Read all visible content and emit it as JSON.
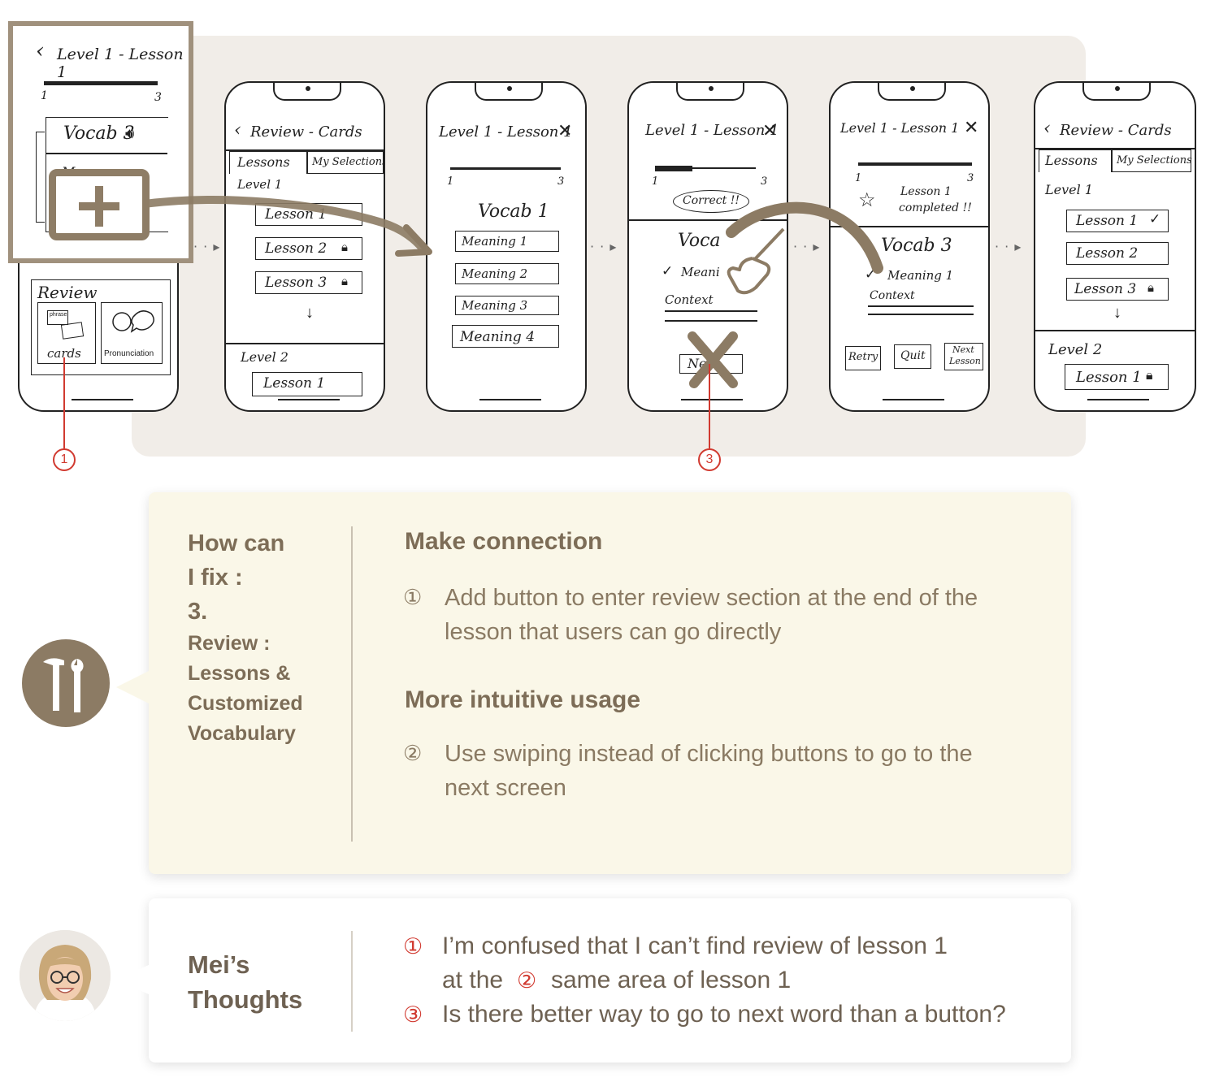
{
  "screens": {
    "s1": {
      "title": "Level 1 - Lesson 1",
      "progress_start": "1",
      "progress_end": "3",
      "card_title": "Vocab 3",
      "card_sub": "M...",
      "review_title": "Review",
      "review_cards": "cards",
      "review_pron": "Pronunciation",
      "note": "phrase"
    },
    "s2": {
      "title": "Review - Cards",
      "tab_lessons": "Lessons",
      "tab_selections": "My Selections",
      "level1": "Level 1",
      "lesson1": "Lesson 1",
      "lesson2": "Lesson 2",
      "lesson3": "Lesson 3",
      "level2": "Level 2",
      "level2_lesson1": "Lesson 1"
    },
    "s3": {
      "title": "Level 1 - Lesson 1",
      "progress_start": "1",
      "progress_end": "3",
      "vocab": "Vocab 1",
      "m1": "Meaning 1",
      "m2": "Meaning 2",
      "m3": "Meaning 3",
      "m4": "Meaning 4"
    },
    "s4": {
      "title": "Level 1 - Lesson 1",
      "progress_start": "1",
      "progress_end": "3",
      "correct": "Correct !!",
      "vocab": "Voca",
      "meaning": "Meani",
      "context": "Context",
      "next": "Next"
    },
    "s5": {
      "title": "Level 1 - Lesson 1",
      "progress_start": "1",
      "progress_end": "3",
      "completed_1": "Lesson 1",
      "completed_2": "completed !!",
      "vocab": "Vocab 3",
      "meaning": "Meaning 1",
      "context": "Context",
      "retry": "Retry",
      "quit": "Quit",
      "next_1": "Next",
      "next_2": "Lesson"
    },
    "s6": {
      "title": "Review - Cards",
      "tab_lessons": "Lessons",
      "tab_selections": "My Selections",
      "level1": "Level 1",
      "lesson1": "Lesson 1",
      "lesson2": "Lesson 2",
      "lesson3": "Lesson 3",
      "level2": "Level 2",
      "level2_lesson1": "Lesson 1"
    }
  },
  "flow_arrow": "· · ▸",
  "callouts": {
    "c1": "1",
    "c3": "3"
  },
  "fix": {
    "heading_1": "How can",
    "heading_2": "I fix :",
    "heading_3": "3.",
    "heading_4": "Review :",
    "heading_5": "Lessons &",
    "heading_6": "Customized",
    "heading_7": "Vocabulary",
    "section1_title": "Make connection",
    "item1_num": "①",
    "item1_text": "Add button to enter review section at the end of the lesson that users can go directly",
    "section2_title": "More intuitive usage",
    "item2_num": "②",
    "item2_text": "Use swiping instead of clicking buttons to go to the next screen"
  },
  "thoughts": {
    "heading_1": "Mei’s",
    "heading_2": "Thoughts",
    "n1": "①",
    "line1": "I’m confused that I can’t find review of lesson 1",
    "line2a": "at the",
    "n2": "②",
    "line2b": "same area of lesson 1",
    "n3": "③",
    "line3": "Is there better way to go to next word than a button?"
  },
  "colors": {
    "accent": "#8c7b64",
    "red": "#d13a30",
    "panel": "#faf7e8",
    "flow_bg": "#f1ede8"
  },
  "icons": [
    "tools-icon",
    "plus-icon",
    "lock-icon",
    "check-icon",
    "close-icon",
    "back-chevron-icon",
    "speaker-icon",
    "hand-pointer-icon",
    "star-icon",
    "avatar-photo"
  ]
}
